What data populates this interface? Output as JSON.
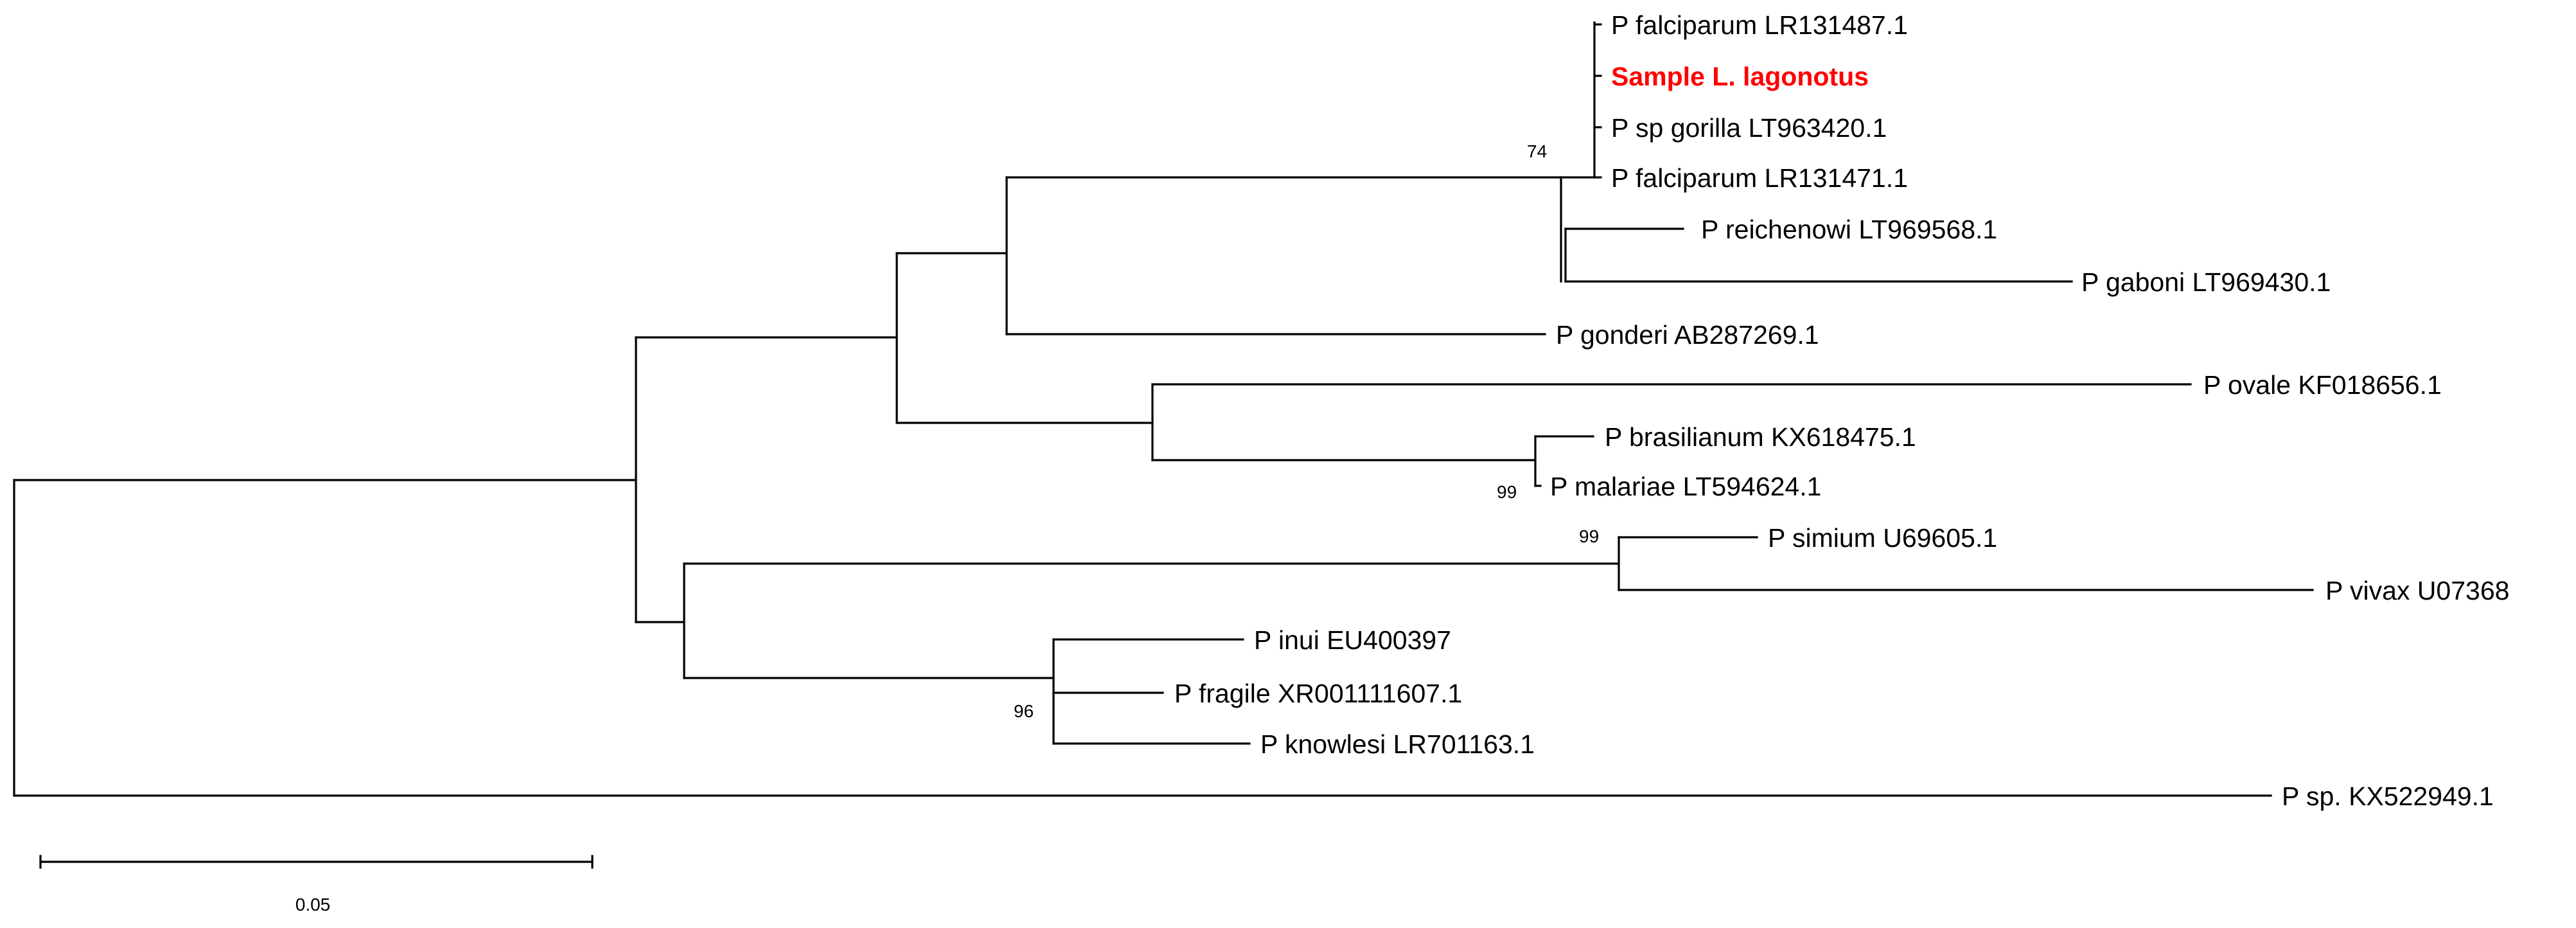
{
  "tree": {
    "taxa": {
      "falciparum_487": "P falciparum LR131487.1",
      "sample": "Sample L. lagonotus",
      "sp_gorilla": "P sp gorilla LT963420.1",
      "falciparum_471": "P falciparum LR131471.1",
      "reichenowi": "P reichenowi LT969568.1",
      "gaboni": "P gaboni LT969430.1",
      "gonderi": "P gonderi AB287269.1",
      "ovale": "P ovale KF018656.1",
      "brasilianum": "P brasilianum KX618475.1",
      "malariae": "P malariae LT594624.1",
      "simium": "P simium U69605.1",
      "vivax": "P vivax U07368",
      "inui": "P inui EU400397",
      "fragile": "P fragile XR001111607.1",
      "knowlesi": "P knowlesi LR701163.1",
      "sp_kx": "P sp. KX522949.1"
    },
    "highlight_color": "#ff0000",
    "bootstrap": {
      "falciparum_clade": "74",
      "brasilianum_malariae": "99",
      "simium_vivax": "99",
      "knowlesi_clade": "96"
    }
  },
  "scale_bar": {
    "label": "0.05"
  }
}
